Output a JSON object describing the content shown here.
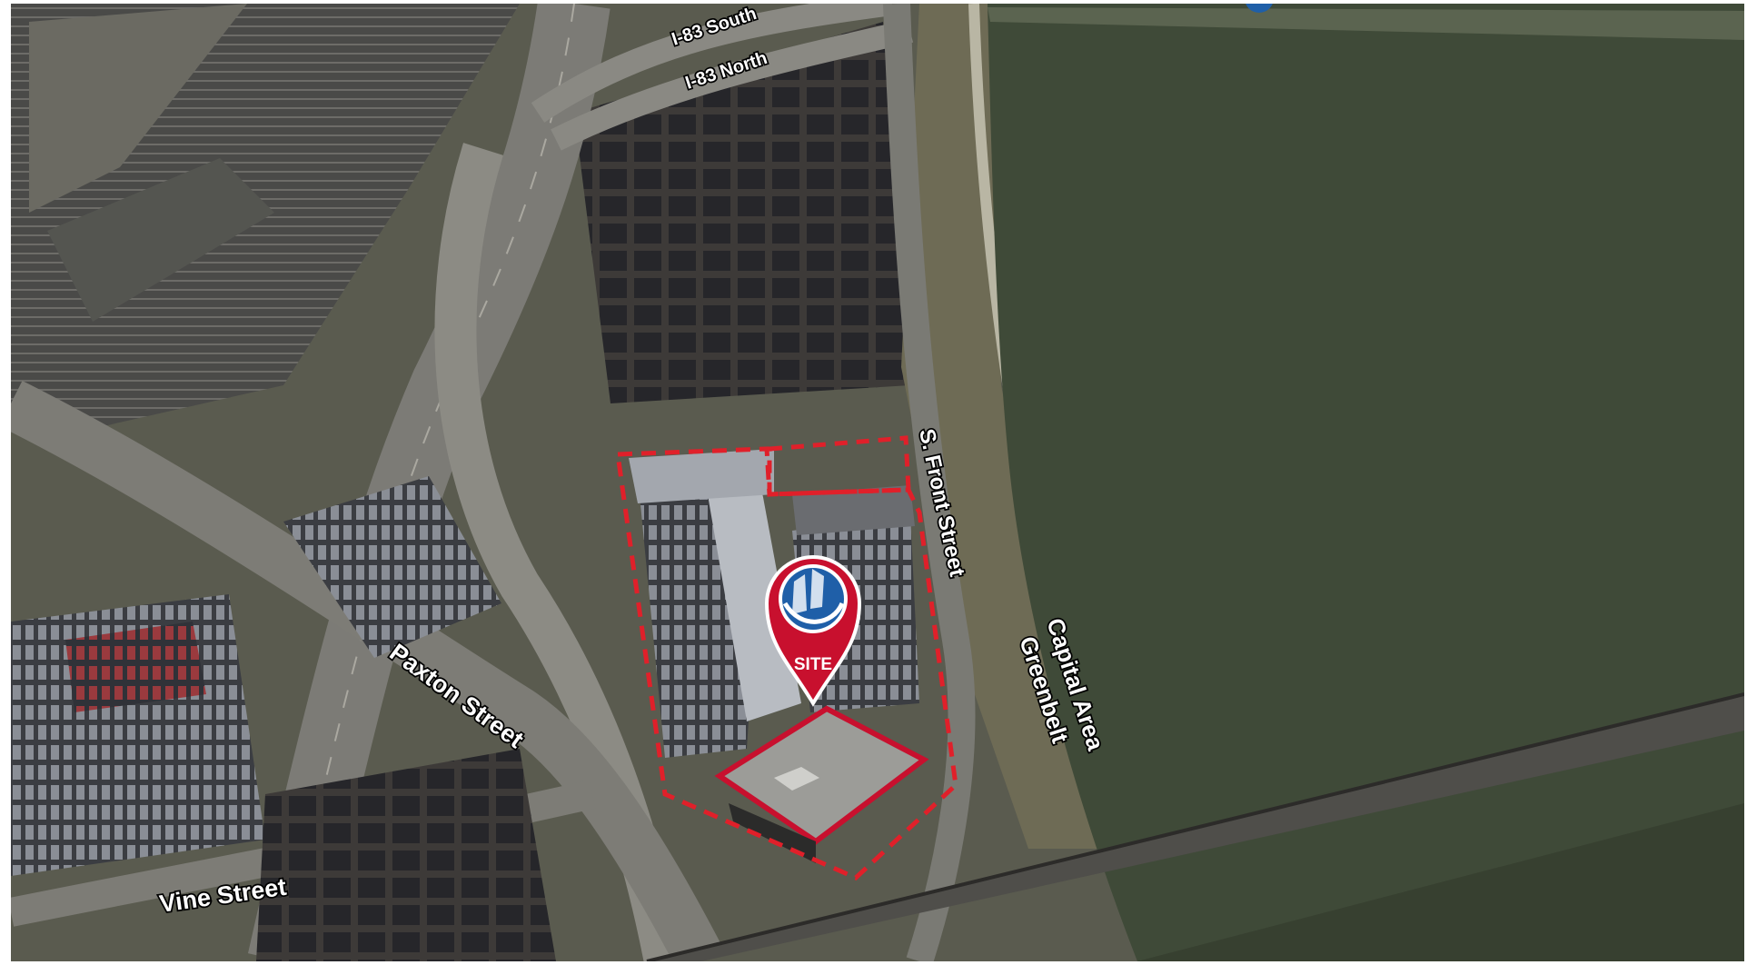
{
  "map": {
    "labels": {
      "i83_south": "I-83 South",
      "i83_north": "I-83 North",
      "s_front_street": "S. Front Street",
      "paxton_street": "Paxton Street",
      "vine_street": "Vine Street",
      "capital_area_line1": "Capital Area",
      "capital_area_line2": "Greenbelt"
    },
    "marker": {
      "text": "SITE",
      "icon": "building-logo-icon",
      "color": "#c8102e",
      "logo_color": "#1f5fa8"
    },
    "site_outline_color": "#e0202a",
    "river_color": "#3f4a38"
  }
}
